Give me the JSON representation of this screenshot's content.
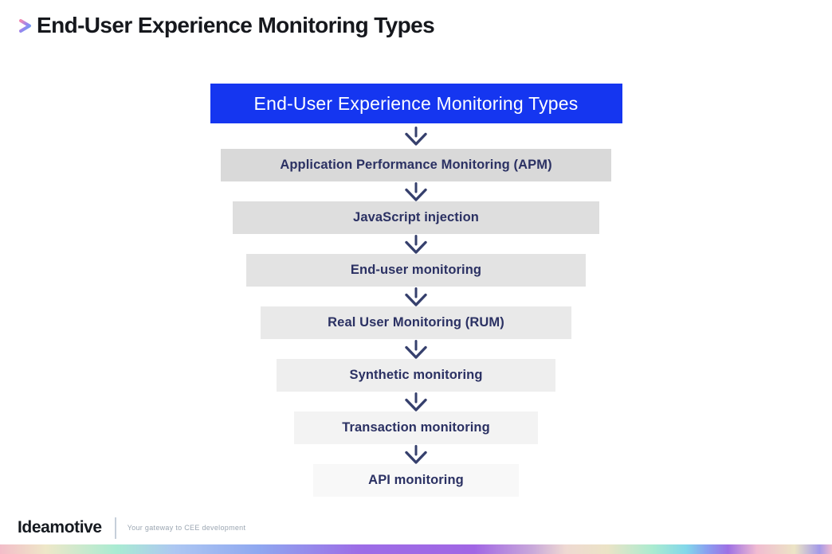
{
  "header": {
    "title": "End-User Experience Monitoring Types"
  },
  "diagram": {
    "banner": "End-User Experience Monitoring Types",
    "items": [
      "Application Performance Monitoring (APM)",
      "JavaScript injection",
      "End-user monitoring",
      "Real User Monitoring (RUM)",
      "Synthetic monitoring",
      "Transaction monitoring",
      "API monitoring"
    ]
  },
  "footer": {
    "brand": "Ideamotive",
    "tagline": "Your gateway to CEE development"
  },
  "colors": {
    "banner_bg": "#1536f0",
    "banner_text": "#ffffff",
    "node_text": "#2b3163",
    "arrow": "#36406d",
    "node_shades": [
      "#d9d9d9",
      "#dedede",
      "#e3e3e3",
      "#e9e9e9",
      "#eeeeee",
      "#f3f3f3",
      "#f8f8f8"
    ]
  }
}
